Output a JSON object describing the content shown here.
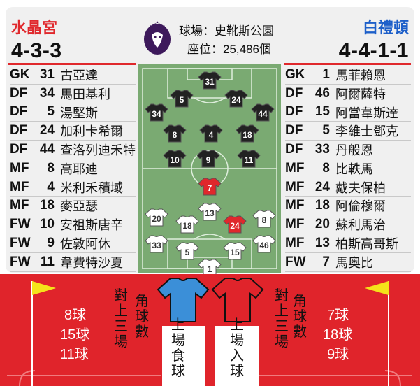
{
  "home": {
    "name": "水晶宮",
    "formation": "4-3-3",
    "color": "#e0282c",
    "players": [
      {
        "pos": "GK",
        "num": "31",
        "name": "古亞達"
      },
      {
        "pos": "DF",
        "num": "34",
        "name": "馬田基利"
      },
      {
        "pos": "DF",
        "num": "5",
        "name": "湯堅斯"
      },
      {
        "pos": "DF",
        "num": "24",
        "name": "加利卡希爾"
      },
      {
        "pos": "DF",
        "num": "44",
        "name": "查洛列迪禾特"
      },
      {
        "pos": "MF",
        "num": "8",
        "name": "高耶迪"
      },
      {
        "pos": "MF",
        "num": "4",
        "name": "米利禾積域"
      },
      {
        "pos": "MF",
        "num": "18",
        "name": "麥亞瑟"
      },
      {
        "pos": "FW",
        "num": "10",
        "name": "安祖斯唐辛"
      },
      {
        "pos": "FW",
        "num": "9",
        "name": "佐敦阿休"
      },
      {
        "pos": "FW",
        "num": "11",
        "name": "韋費特沙夏"
      }
    ],
    "stats": [
      "8球",
      "15球",
      "11球"
    ]
  },
  "away": {
    "name": "白禮頓",
    "formation": "4-4-1-1",
    "color": "#1d5fc9",
    "players": [
      {
        "pos": "GK",
        "num": "1",
        "name": "馬菲賴恩"
      },
      {
        "pos": "DF",
        "num": "46",
        "name": "阿爾薩特"
      },
      {
        "pos": "DF",
        "num": "15",
        "name": "阿當韋斯達"
      },
      {
        "pos": "DF",
        "num": "5",
        "name": "李維士鄧克"
      },
      {
        "pos": "DF",
        "num": "33",
        "name": "丹般恩"
      },
      {
        "pos": "MF",
        "num": "8",
        "name": "比軼馬"
      },
      {
        "pos": "MF",
        "num": "24",
        "name": "戴夫保柏"
      },
      {
        "pos": "MF",
        "num": "18",
        "name": "阿倫穆爾"
      },
      {
        "pos": "MF",
        "num": "20",
        "name": "蘇利馬治"
      },
      {
        "pos": "MF",
        "num": "13",
        "name": "柏斯高哥斯"
      },
      {
        "pos": "FW",
        "num": "7",
        "name": "馬奧比"
      }
    ],
    "stats": [
      "7球",
      "18球",
      "9球"
    ]
  },
  "venue": {
    "label": "球場：史靴斯公園",
    "seats": "座位：25,486個"
  },
  "pitch": {
    "home_kits": [
      "31",
      "5",
      "24",
      "34",
      "44",
      "8",
      "4",
      "18",
      "10",
      "9",
      "11"
    ],
    "away_kits": [
      "7",
      "13",
      "20",
      "18",
      "24",
      "8",
      "33",
      "5",
      "15",
      "46",
      "1"
    ]
  },
  "legend": {
    "corners": "角球數",
    "vs_last3": "對上三場",
    "conceded": "上場食球",
    "scored": "上場入球",
    "conceded_color": "#3b8fd8",
    "scored_color": "#e0242b"
  }
}
